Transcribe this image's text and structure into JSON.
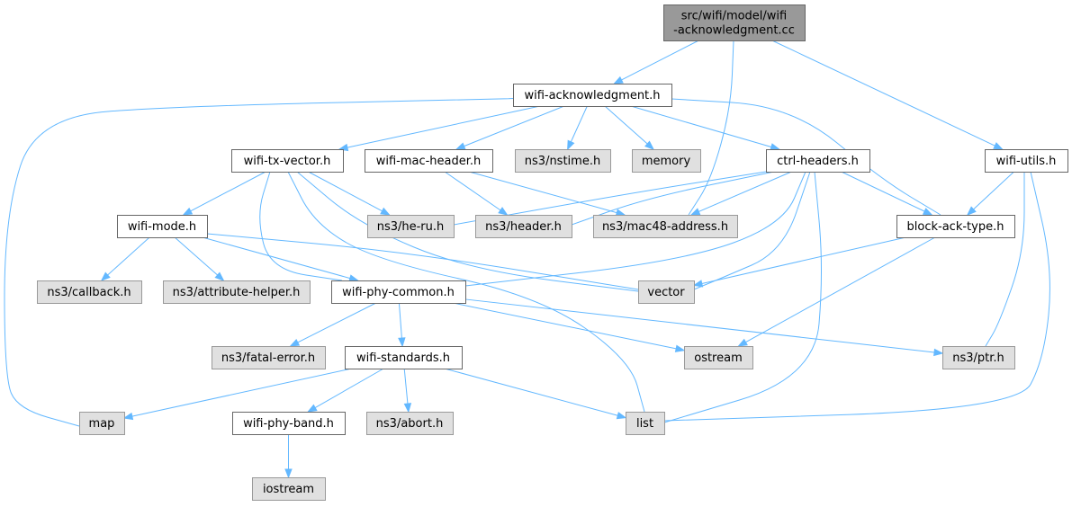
{
  "nodes": [
    {
      "id": "root",
      "lines": [
        "src/wifi/model/wifi",
        "-acknowledgment.cc"
      ],
      "kind": "root"
    },
    {
      "id": "wifi_ack",
      "lines": [
        "wifi-acknowledgment.h"
      ],
      "kind": "file"
    },
    {
      "id": "wifi_utils",
      "lines": [
        "wifi-utils.h"
      ],
      "kind": "file"
    },
    {
      "id": "wifi_tx_vector",
      "lines": [
        "wifi-tx-vector.h"
      ],
      "kind": "file"
    },
    {
      "id": "wifi_mac_header",
      "lines": [
        "wifi-mac-header.h"
      ],
      "kind": "file"
    },
    {
      "id": "nstime",
      "lines": [
        "ns3/nstime.h"
      ],
      "kind": "ext"
    },
    {
      "id": "memory",
      "lines": [
        "memory"
      ],
      "kind": "ext"
    },
    {
      "id": "ctrl_headers",
      "lines": [
        "ctrl-headers.h"
      ],
      "kind": "file"
    },
    {
      "id": "wifi_mode",
      "lines": [
        "wifi-mode.h"
      ],
      "kind": "file"
    },
    {
      "id": "he_ru",
      "lines": [
        "ns3/he-ru.h"
      ],
      "kind": "ext"
    },
    {
      "id": "header",
      "lines": [
        "ns3/header.h"
      ],
      "kind": "ext"
    },
    {
      "id": "mac48",
      "lines": [
        "ns3/mac48-address.h"
      ],
      "kind": "ext"
    },
    {
      "id": "block_ack",
      "lines": [
        "block-ack-type.h"
      ],
      "kind": "file"
    },
    {
      "id": "callback",
      "lines": [
        "ns3/callback.h"
      ],
      "kind": "ext"
    },
    {
      "id": "attr_helper",
      "lines": [
        "ns3/attribute-helper.h"
      ],
      "kind": "ext"
    },
    {
      "id": "phy_common",
      "lines": [
        "wifi-phy-common.h"
      ],
      "kind": "file"
    },
    {
      "id": "vector",
      "lines": [
        "vector"
      ],
      "kind": "ext"
    },
    {
      "id": "fatal_error",
      "lines": [
        "ns3/fatal-error.h"
      ],
      "kind": "ext"
    },
    {
      "id": "wifi_standards",
      "lines": [
        "wifi-standards.h"
      ],
      "kind": "file"
    },
    {
      "id": "ostream",
      "lines": [
        "ostream"
      ],
      "kind": "ext"
    },
    {
      "id": "ptr",
      "lines": [
        "ns3/ptr.h"
      ],
      "kind": "ext"
    },
    {
      "id": "map",
      "lines": [
        "map"
      ],
      "kind": "ext"
    },
    {
      "id": "phy_band",
      "lines": [
        "wifi-phy-band.h"
      ],
      "kind": "file"
    },
    {
      "id": "abort",
      "lines": [
        "ns3/abort.h"
      ],
      "kind": "ext"
    },
    {
      "id": "list",
      "lines": [
        "list"
      ],
      "kind": "ext"
    },
    {
      "id": "iostream",
      "lines": [
        "iostream"
      ],
      "kind": "ext"
    }
  ],
  "edges": [
    [
      "root",
      "wifi_ack"
    ],
    [
      "root",
      "mac48"
    ],
    [
      "root",
      "wifi_utils"
    ],
    [
      "wifi_ack",
      "wifi_tx_vector"
    ],
    [
      "wifi_ack",
      "wifi_mac_header"
    ],
    [
      "wifi_ack",
      "nstime"
    ],
    [
      "wifi_ack",
      "memory"
    ],
    [
      "wifi_ack",
      "ctrl_headers"
    ],
    [
      "wifi_ack",
      "block_ack"
    ],
    [
      "wifi_ack",
      "map"
    ],
    [
      "wifi_utils",
      "block_ack"
    ],
    [
      "wifi_utils",
      "ptr"
    ],
    [
      "wifi_utils",
      "list"
    ],
    [
      "wifi_tx_vector",
      "wifi_mode"
    ],
    [
      "wifi_tx_vector",
      "he_ru"
    ],
    [
      "wifi_tx_vector",
      "phy_common"
    ],
    [
      "wifi_tx_vector",
      "vector"
    ],
    [
      "wifi_tx_vector",
      "list"
    ],
    [
      "wifi_mac_header",
      "header"
    ],
    [
      "wifi_mac_header",
      "mac48"
    ],
    [
      "ctrl_headers",
      "he_ru"
    ],
    [
      "ctrl_headers",
      "header"
    ],
    [
      "ctrl_headers",
      "mac48"
    ],
    [
      "ctrl_headers",
      "block_ack"
    ],
    [
      "ctrl_headers",
      "phy_common"
    ],
    [
      "ctrl_headers",
      "vector"
    ],
    [
      "ctrl_headers",
      "list"
    ],
    [
      "block_ack",
      "vector"
    ],
    [
      "block_ack",
      "ostream"
    ],
    [
      "wifi_mode",
      "callback"
    ],
    [
      "wifi_mode",
      "attr_helper"
    ],
    [
      "wifi_mode",
      "phy_common"
    ],
    [
      "wifi_mode",
      "vector"
    ],
    [
      "phy_common",
      "fatal_error"
    ],
    [
      "phy_common",
      "wifi_standards"
    ],
    [
      "phy_common",
      "ostream"
    ],
    [
      "phy_common",
      "ptr"
    ],
    [
      "wifi_standards",
      "map"
    ],
    [
      "wifi_standards",
      "phy_band"
    ],
    [
      "wifi_standards",
      "abort"
    ],
    [
      "wifi_standards",
      "list"
    ],
    [
      "phy_band",
      "iostream"
    ]
  ],
  "colors": {
    "edge": "#63b8ff",
    "root_fill": "#999999",
    "file_fill": "#ffffff",
    "ext_fill": "#e0e0e0"
  }
}
